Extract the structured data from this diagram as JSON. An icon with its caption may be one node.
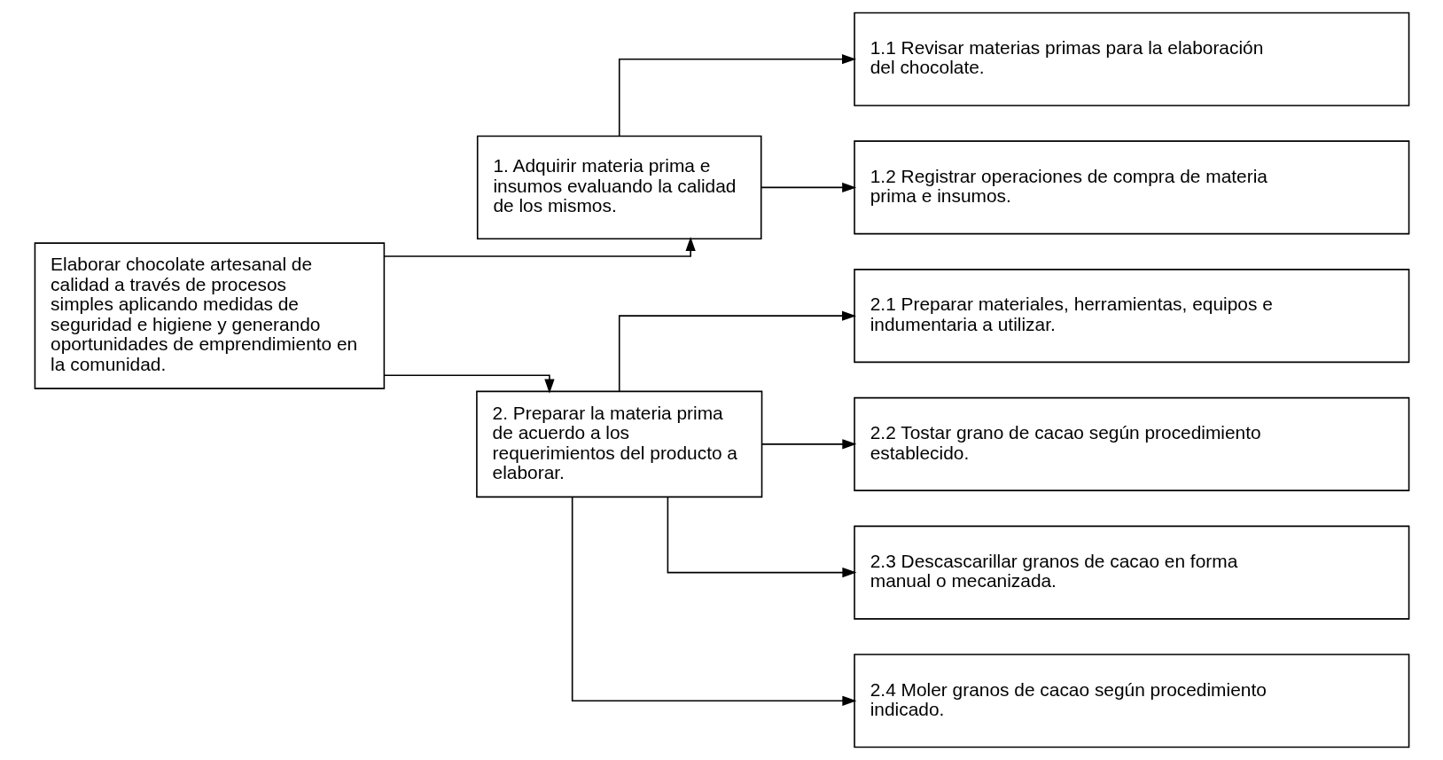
{
  "diagram": {
    "nodes": [
      {
        "text": [
          "Elaborar chocolate artesanal de calidad a través de procesos simples aplicando medidas de seguridad e higiene y generando oportunidades de emprendimiento en la comunidad."
        ]
      },
      {
        "text": [
          "1. Adquirir materia prima e insumos evaluando la calidad de los mismos."
        ]
      },
      {
        "text": [
          "1.1 Revisar materias primas para la elaboración del chocolate."
        ]
      },
      {
        "text": [
          "1.2 Registrar operaciones de compra de materia prima e insumos."
        ]
      },
      {
        "text": [
          "2. Preparar la materia prima de acuerdo a los requerimientos del producto a elaborar."
        ]
      },
      {
        "text": [
          "2.1 Preparar materiales, herramientas, equipos e indumentaria a utilizar."
        ]
      },
      {
        "text": [
          "2.2 Tostar grano de cacao según procedimiento establecido."
        ]
      },
      {
        "text": [
          "2.3 Descascarillar granos de cacao en forma manual o mecanizada."
        ]
      },
      {
        "text": [
          "2.4 Moler granos de cacao según procedimiento indicado."
        ]
      }
    ],
    "edges": [
      {
        "from": 0,
        "to": 1,
        "arrow": "to"
      },
      {
        "from": 0,
        "to": 4,
        "arrow": "to"
      },
      {
        "from": 1,
        "to": 2,
        "arrow": "to"
      },
      {
        "from": 1,
        "to": 3,
        "arrow": "to"
      },
      {
        "from": 4,
        "to": 5,
        "arrow": "to"
      },
      {
        "from": 4,
        "to": 6,
        "arrow": "to"
      },
      {
        "from": 4,
        "to": 7,
        "arrow": "to"
      },
      {
        "from": 4,
        "to": 8,
        "arrow": "to"
      }
    ]
  }
}
